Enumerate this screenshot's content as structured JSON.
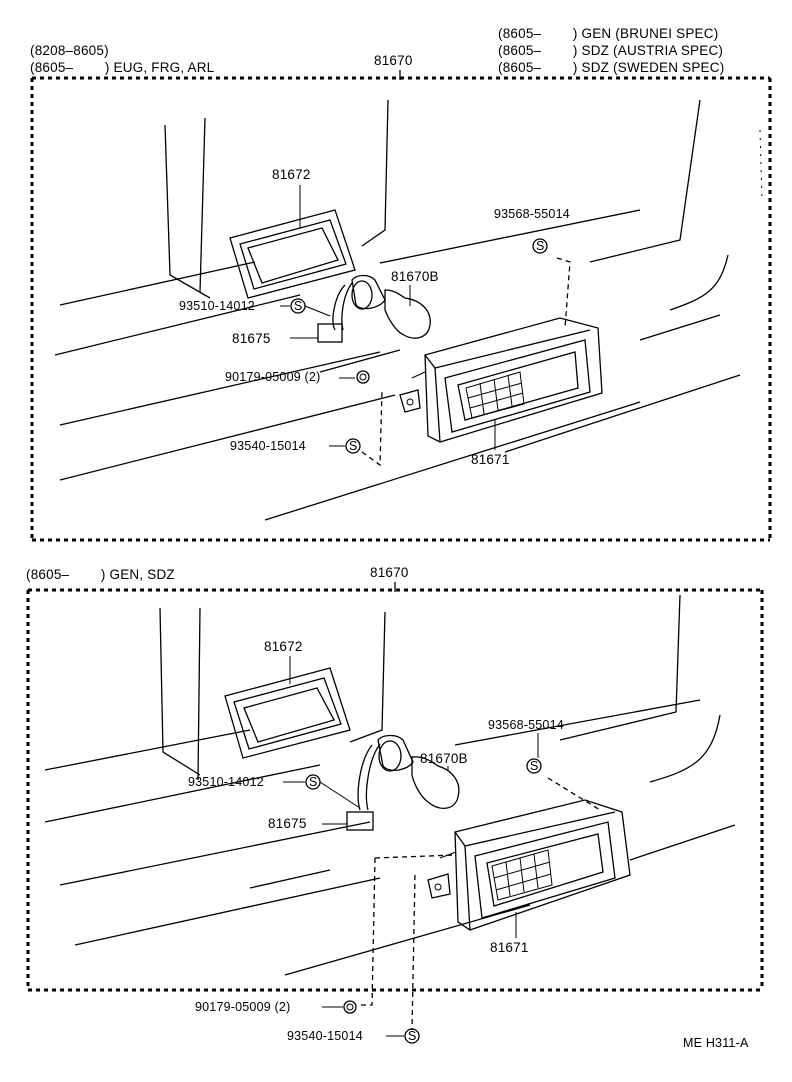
{
  "top_diagram": {
    "header_left": [
      "(8208–8605)",
      "(8605–        ) EUG, FRG, ARL"
    ],
    "header_right": [
      "(8605–        ) GEN (BRUNEI SPEC)",
      "(8605–        ) SDZ (AUSTRIA SPEC)",
      "(8605–        ) SDZ (SWEDEN SPEC)"
    ],
    "assembly": "81670",
    "parts": {
      "gasket": "81672",
      "bulb": "81670B",
      "screw_s": "93568-55014",
      "clip_s": "93510-14012",
      "socket": "81675",
      "nut": "90179-05009 (2)",
      "screw_s2": "93540-15014",
      "lens": "81671"
    }
  },
  "bottom_diagram": {
    "header_left": "(8605–        ) GEN, SDZ",
    "assembly": "81670",
    "parts": {
      "gasket": "81672",
      "screw_s": "93568-55014",
      "bulb": "81670B",
      "clip_s": "93510-14012",
      "socket": "81675",
      "lens": "81671",
      "nut": "90179-05009 (2)",
      "screw_s2": "93540-15014"
    }
  },
  "diagram_code": "ME H311-A"
}
